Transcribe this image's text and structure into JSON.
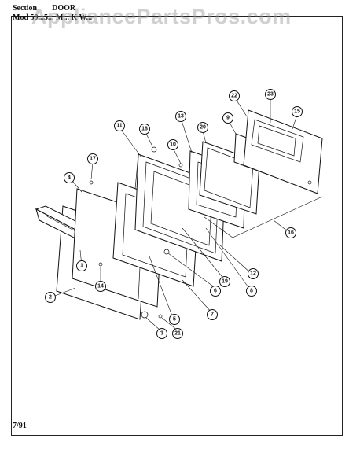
{
  "header": {
    "section_label": "Section",
    "section_value": "DOOR",
    "model_label": "Mod",
    "model_value": "59...5... M... K W..."
  },
  "watermark": "AppliancePartsPros.com",
  "footer": {
    "date": "7/91"
  },
  "callouts": [
    "1",
    "2",
    "3",
    "4",
    "5",
    "6",
    "7",
    "8",
    "9",
    "10",
    "11",
    "12",
    "13",
    "14",
    "15",
    "16",
    "17",
    "18",
    "19",
    "20",
    "21",
    "22",
    "23"
  ]
}
